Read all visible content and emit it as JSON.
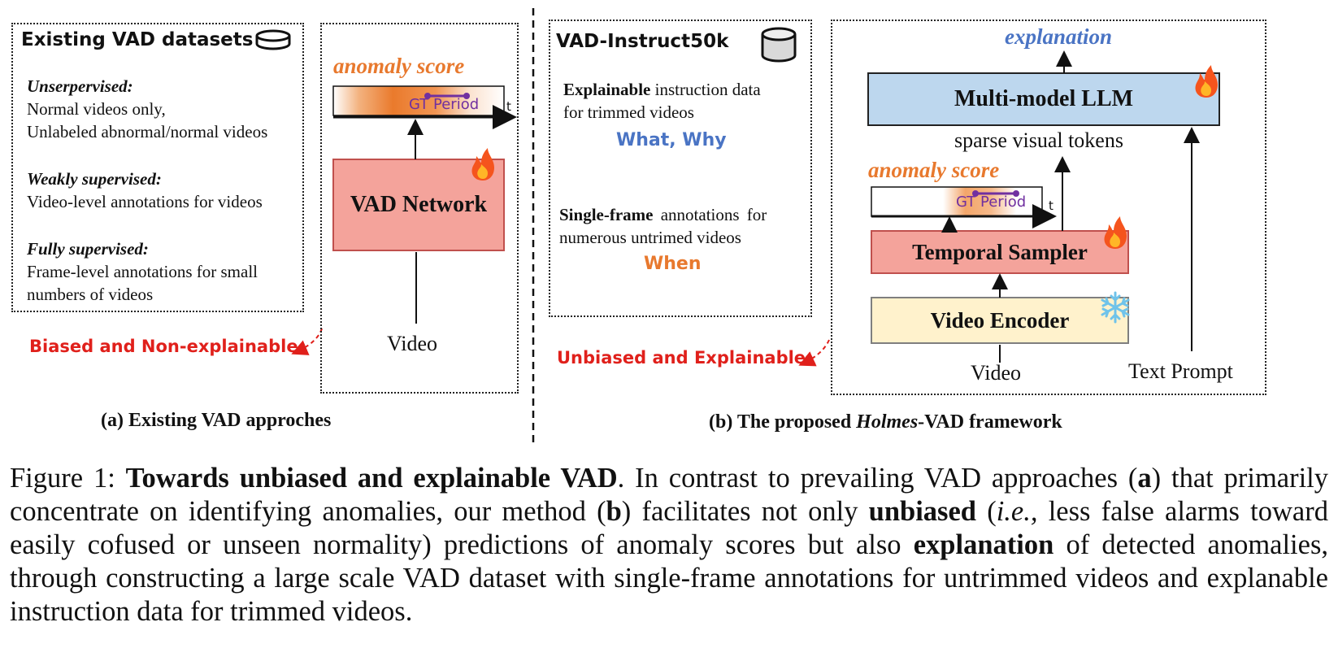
{
  "panel_a": {
    "datasets_box": {
      "title": "Existing VAD datasets",
      "icon": "database-icon",
      "groups": [
        {
          "heading": "Unserpervised:",
          "lines": [
            "Normal videos only,",
            "Unlabeled abnormal/normal videos"
          ]
        },
        {
          "heading": "Weakly supervised:",
          "lines": [
            "Video-level annotations for videos"
          ]
        },
        {
          "heading": "Fully supervised:",
          "lines": [
            "Frame-level annotations for small",
            "numbers of videos"
          ]
        }
      ]
    },
    "verdict": "Biased and Non-explainable",
    "anomaly_score": "anomaly score",
    "gt_period": "GT Period",
    "t_label": "t",
    "network": "VAD Network",
    "network_icon": "fire-icon",
    "input": "Video",
    "caption": "(a) Existing VAD approches"
  },
  "panel_b": {
    "dataset_box": {
      "title": "VAD-Instruct50k",
      "icon": "database-icon",
      "explainable_bold": "Explainable",
      "explainable_rest": " instruction data",
      "explainable_line2": "for trimmed videos",
      "what_why": "What, Why",
      "single_bold": "Single-frame",
      "single_rest": " annotations for",
      "single_line2": "numerous untrimed videos",
      "when": "When"
    },
    "verdict": "Unbiased and Explainable",
    "explanation": "explanation",
    "llm": "Multi-model LLM",
    "llm_icon": "fire-icon",
    "tokens": "sparse visual tokens",
    "anomaly_score": "anomaly score",
    "gt_period": "GT Period",
    "t_label": "t",
    "sampler": "Temporal Sampler",
    "sampler_icon": "fire-icon",
    "encoder": "Video Encoder",
    "encoder_icon": "snowflake-icon",
    "input_video": "Video",
    "input_text": "Text Prompt",
    "caption_pre": "(b) The proposed ",
    "caption_ital": "Holmes",
    "caption_post": "-VAD framework"
  },
  "figure_caption": {
    "label": "Figure 1: ",
    "bold_title": "Towards unbiased and explainable VAD",
    "t1": ". In contrast to prevailing VAD approaches (",
    "a": "a",
    "t2": ") that primarily concentrate on identifying anomalies, our method (",
    "b": "b",
    "t3": ") facilitates not only ",
    "unbiased": "unbiased",
    "t4": " (",
    "ie": "i.e.,",
    "t5": " less false alarms toward easily cofused or unseen normality) predictions of anomaly scores but also ",
    "explanation": "explanation",
    "t6": " of detected anomalies, through constructing a large scale VAD dataset with single-frame annotations for untrimmed videos and explanable instruction data for trimmed videos."
  },
  "colors": {
    "orange": "#e8792e",
    "blue": "#4a74c4",
    "red": "#e0201b",
    "purple": "#7030a0",
    "vad_fill": "#f4a39b",
    "llm_fill": "#bdd7ee",
    "encoder_fill": "#fff2cc"
  }
}
